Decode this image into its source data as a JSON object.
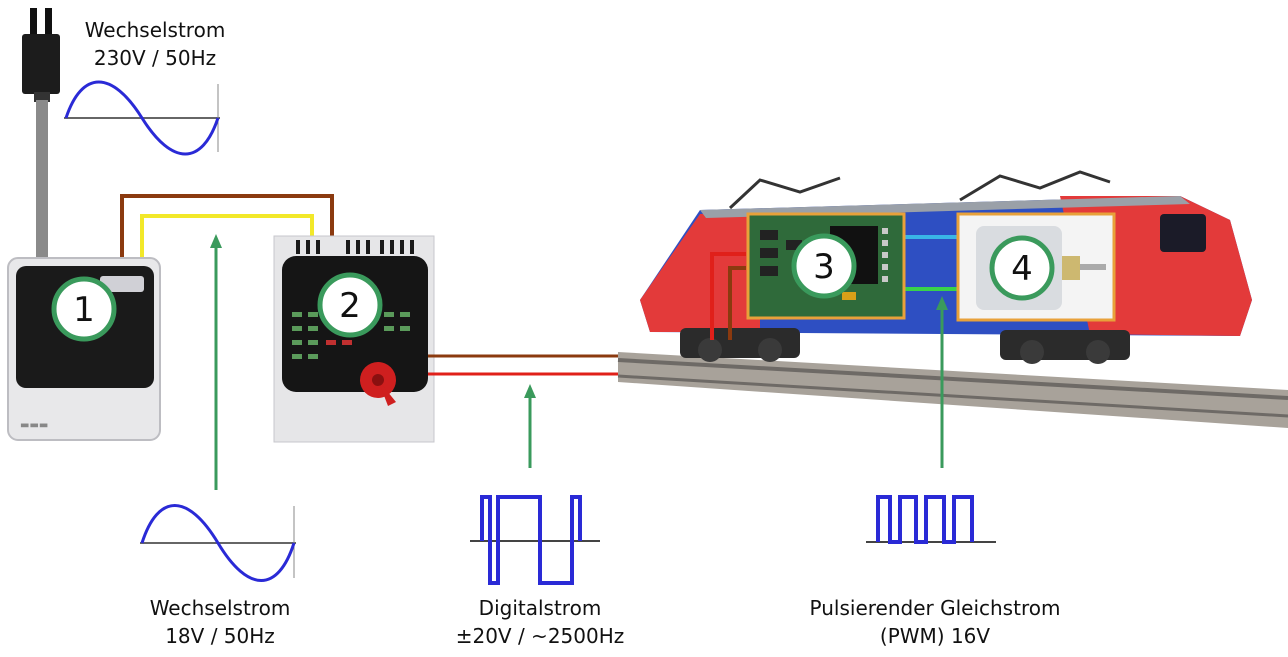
{
  "labels": {
    "mains": {
      "line1": "Wechselstrom",
      "line2": "230V / 50Hz"
    },
    "transformer_output": {
      "line1": "Wechselstrom",
      "line2": "18V / 50Hz"
    },
    "track_signal": {
      "line1": "Digitalstrom",
      "line2": "±20V / ~2500Hz"
    },
    "motor_signal": {
      "line1": "Pulsierender Gleichstrom",
      "line2": "(PWM) 16V"
    }
  },
  "badges": {
    "transformer": "1",
    "control_unit": "2",
    "decoder": "3",
    "motor": "4"
  },
  "colors": {
    "waveform": "#2a2ad6",
    "arrow": "#3a9a5c",
    "badge_ring": "#3a9a5c",
    "highlight_box": "#e8a13a",
    "wire_brown": "#8b3a0f",
    "wire_red": "#e0201a",
    "wire_yellow": "#f2e829",
    "wire_blue": "#39b6e6",
    "wire_green": "#39d24a"
  }
}
